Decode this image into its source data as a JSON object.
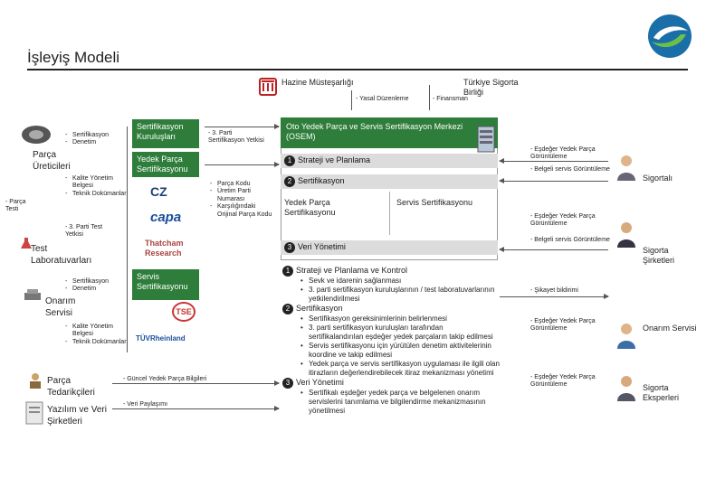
{
  "title": "İşleyiş Modeli",
  "top": {
    "hazine": "Hazine Müsteşarlığı",
    "tsb": "Türkiye Sigorta Birliği",
    "yasal": "- Yasal Düzenleme",
    "finansman": "- Finansman"
  },
  "osem": {
    "title": "Oto Yedek Parça ve Servis Sertifikasyon Merkezi (OSEM)",
    "bar1": "Strateji ve Planlama",
    "bar2": "Sertifikasyon",
    "sub_left": "Yedek Parça Sertifikasyonu",
    "sub_right": "Servis Sertifikasyonu",
    "bar3": "Veri Yönetimi",
    "n1": "1",
    "n2": "2",
    "n3": "3"
  },
  "details": {
    "h1": "Strateji ve Planlama ve Kontrol",
    "h1_items": [
      "Sevk ve idarenin sağlanması",
      "3. parti sertifikasyon kuruluşlarının / test laboratuvarlarının yetkilendirilmesi"
    ],
    "h2": "Sertifikasyon",
    "h2_items": [
      "Sertifikasyon gereksinimlerinin belirlenmesi",
      "3. parti sertifikasyon kuruluşları tarafından sertifikalandırılan eşdeğer yedek parçaların takip edilmesi",
      "Servis sertifikasyonu için yürütülen denetim aktivitelerinin koordine ve takip edilmesi",
      "Yedek parça ve servis sertifikasyon uygulaması ile ilgili olan itirazların değerlendirebilecek itiraz mekanizması yönetimi"
    ],
    "h3": "Veri Yönetimi",
    "h3_items": [
      "Sertifikalı eşdeğer yedek parça ve belgelenen onarım servislerini tanımlama ve bilgilendirme mekanizmasının yönetilmesi"
    ]
  },
  "left": {
    "parca_ureticileri": "Parça Üreticileri",
    "pu_items": [
      "Sertifikasyon",
      "Denetim"
    ],
    "parca_testi": "- Parça Testi",
    "kys1": [
      "Kalite Yönetim Belgesi",
      "Teknik Dokümanlar"
    ],
    "test_lab": "Test Laboratuvarları",
    "ucuncu_parti_test": "- 3. Parti Test Yetkisi",
    "onarim_servisi": "Onarım Servisi",
    "os_items": [
      "Sertifikasyon",
      "Denetim"
    ],
    "kys2": [
      "Kalite Yönetim Belgesi",
      "Teknik Dokümanlar"
    ],
    "parca_tedarikcileri": "Parça Tedarikçileri",
    "yazilim": "Yazılım ve Veri Şirketleri",
    "guncel": "- Güncel Yedek Parça Bilgileri",
    "veri_paylasimi": "- Veri Paylaşımı"
  },
  "middle": {
    "sert_kur": "Sertifikasyon Kuruluşları",
    "yp_sert": "Yedek Parça Sertifikasyonu",
    "servis_sert": "Servis Sertifikasyonu",
    "ucuncu_parti": "- 3. Parti Sertifikasyon Yetkisi",
    "pk_items": [
      "Parça Kodu",
      "Üretim Parti Numarası",
      "Karşılığındaki Orijinal Parça Kodu"
    ],
    "logo_cz": "CZ",
    "logo_capa": "capa",
    "logo_thatcham": "Thatcham Research",
    "logo_tse": "TSE",
    "logo_tuv": "TÜVRheinland"
  },
  "right": {
    "sigortali": "Sigortalı",
    "sigorta_sirketleri": "Sigorta Şirketleri",
    "onarim_servisi": "Onarım Servisi",
    "sigorta_eksperleri": "Sigorta Eksperleri",
    "e1": "- Eşdeğer Yedek Parça Görüntüleme",
    "e2": "- Belgeli servis Görüntüleme",
    "e3": "- Eşdeğer Yedek Parça Görüntüleme",
    "e4": "- Belgeli servis Görüntüleme",
    "sikayet": "- Şikayet bildirimi",
    "e5": "- Eşdeğer Yedek Parça Görüntüleme",
    "e6": "- Eşdeğer Yedek Parça Görüntüleme"
  },
  "colors": {
    "accent_green": "#2e7d3a",
    "bar_gray": "#dcdcdc",
    "title_underline": "#222222"
  }
}
